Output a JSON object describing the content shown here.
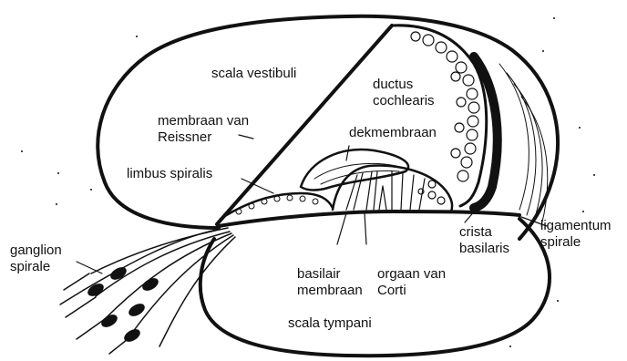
{
  "colors": {
    "ink": "#111111",
    "paper": "#ffffff"
  },
  "labels": {
    "scala_vestibuli": "scala vestibuli",
    "ductus_cochlearis_1": "ductus",
    "ductus_cochlearis_2": "cochlearis",
    "membraan_van_reissner_1": "membraan van",
    "membraan_van_reissner_2": "Reissner",
    "dekmembraan": "dekmembraan",
    "limbus_spiralis": "limbus spiralis",
    "ganglion_spirale_1": "ganglion",
    "ganglion_spirale_2": "spirale",
    "crista_basilaris_1": "crista",
    "crista_basilaris_2": "basilaris",
    "ligamentum_spirale_1": "ligamentum",
    "ligamentum_spirale_2": "spirale",
    "basilair_membraan_1": "basilair",
    "basilair_membraan_2": "membraan",
    "orgaan_van_corti_1": "orgaan van",
    "orgaan_van_corti_2": "Corti",
    "scala_tympani": "scala tympani"
  }
}
